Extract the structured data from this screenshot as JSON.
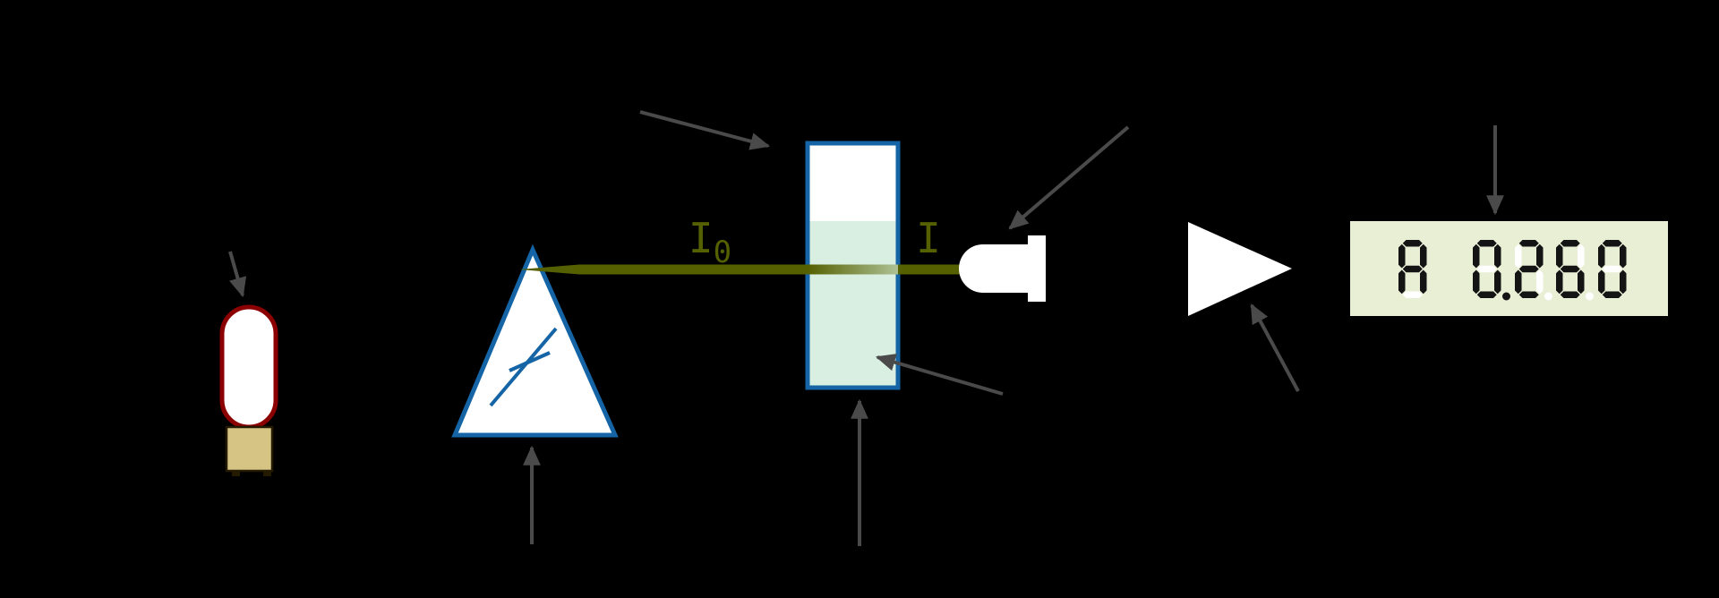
{
  "beam_labels": {
    "incident": {
      "main": "I",
      "sub": "0"
    },
    "transmitted": "I"
  },
  "display": {
    "value": "A 0.260",
    "cells": [
      {
        "ch": "A"
      },
      {
        "ch": " "
      },
      {
        "ch": "0",
        "dp": "on"
      },
      {
        "ch": "2",
        "dp": "off"
      },
      {
        "ch": "6",
        "dp": "off"
      },
      {
        "ch": "0"
      }
    ]
  },
  "colors": {
    "background": "#000000",
    "beam": "#556000",
    "beam_faded": "#abbe90",
    "glass_outline": "#1565a6",
    "lamp_outline": "#8b0000",
    "lamp_base": "#d5c483",
    "lamp_base_outline": "#241a00",
    "liquid": "#d9efe2",
    "arrow": "#4a4a4a",
    "component_fill": "#ffffff",
    "display_background": "#e9efd5",
    "segment_on": "#141414",
    "segment_off": "#ffffff"
  }
}
